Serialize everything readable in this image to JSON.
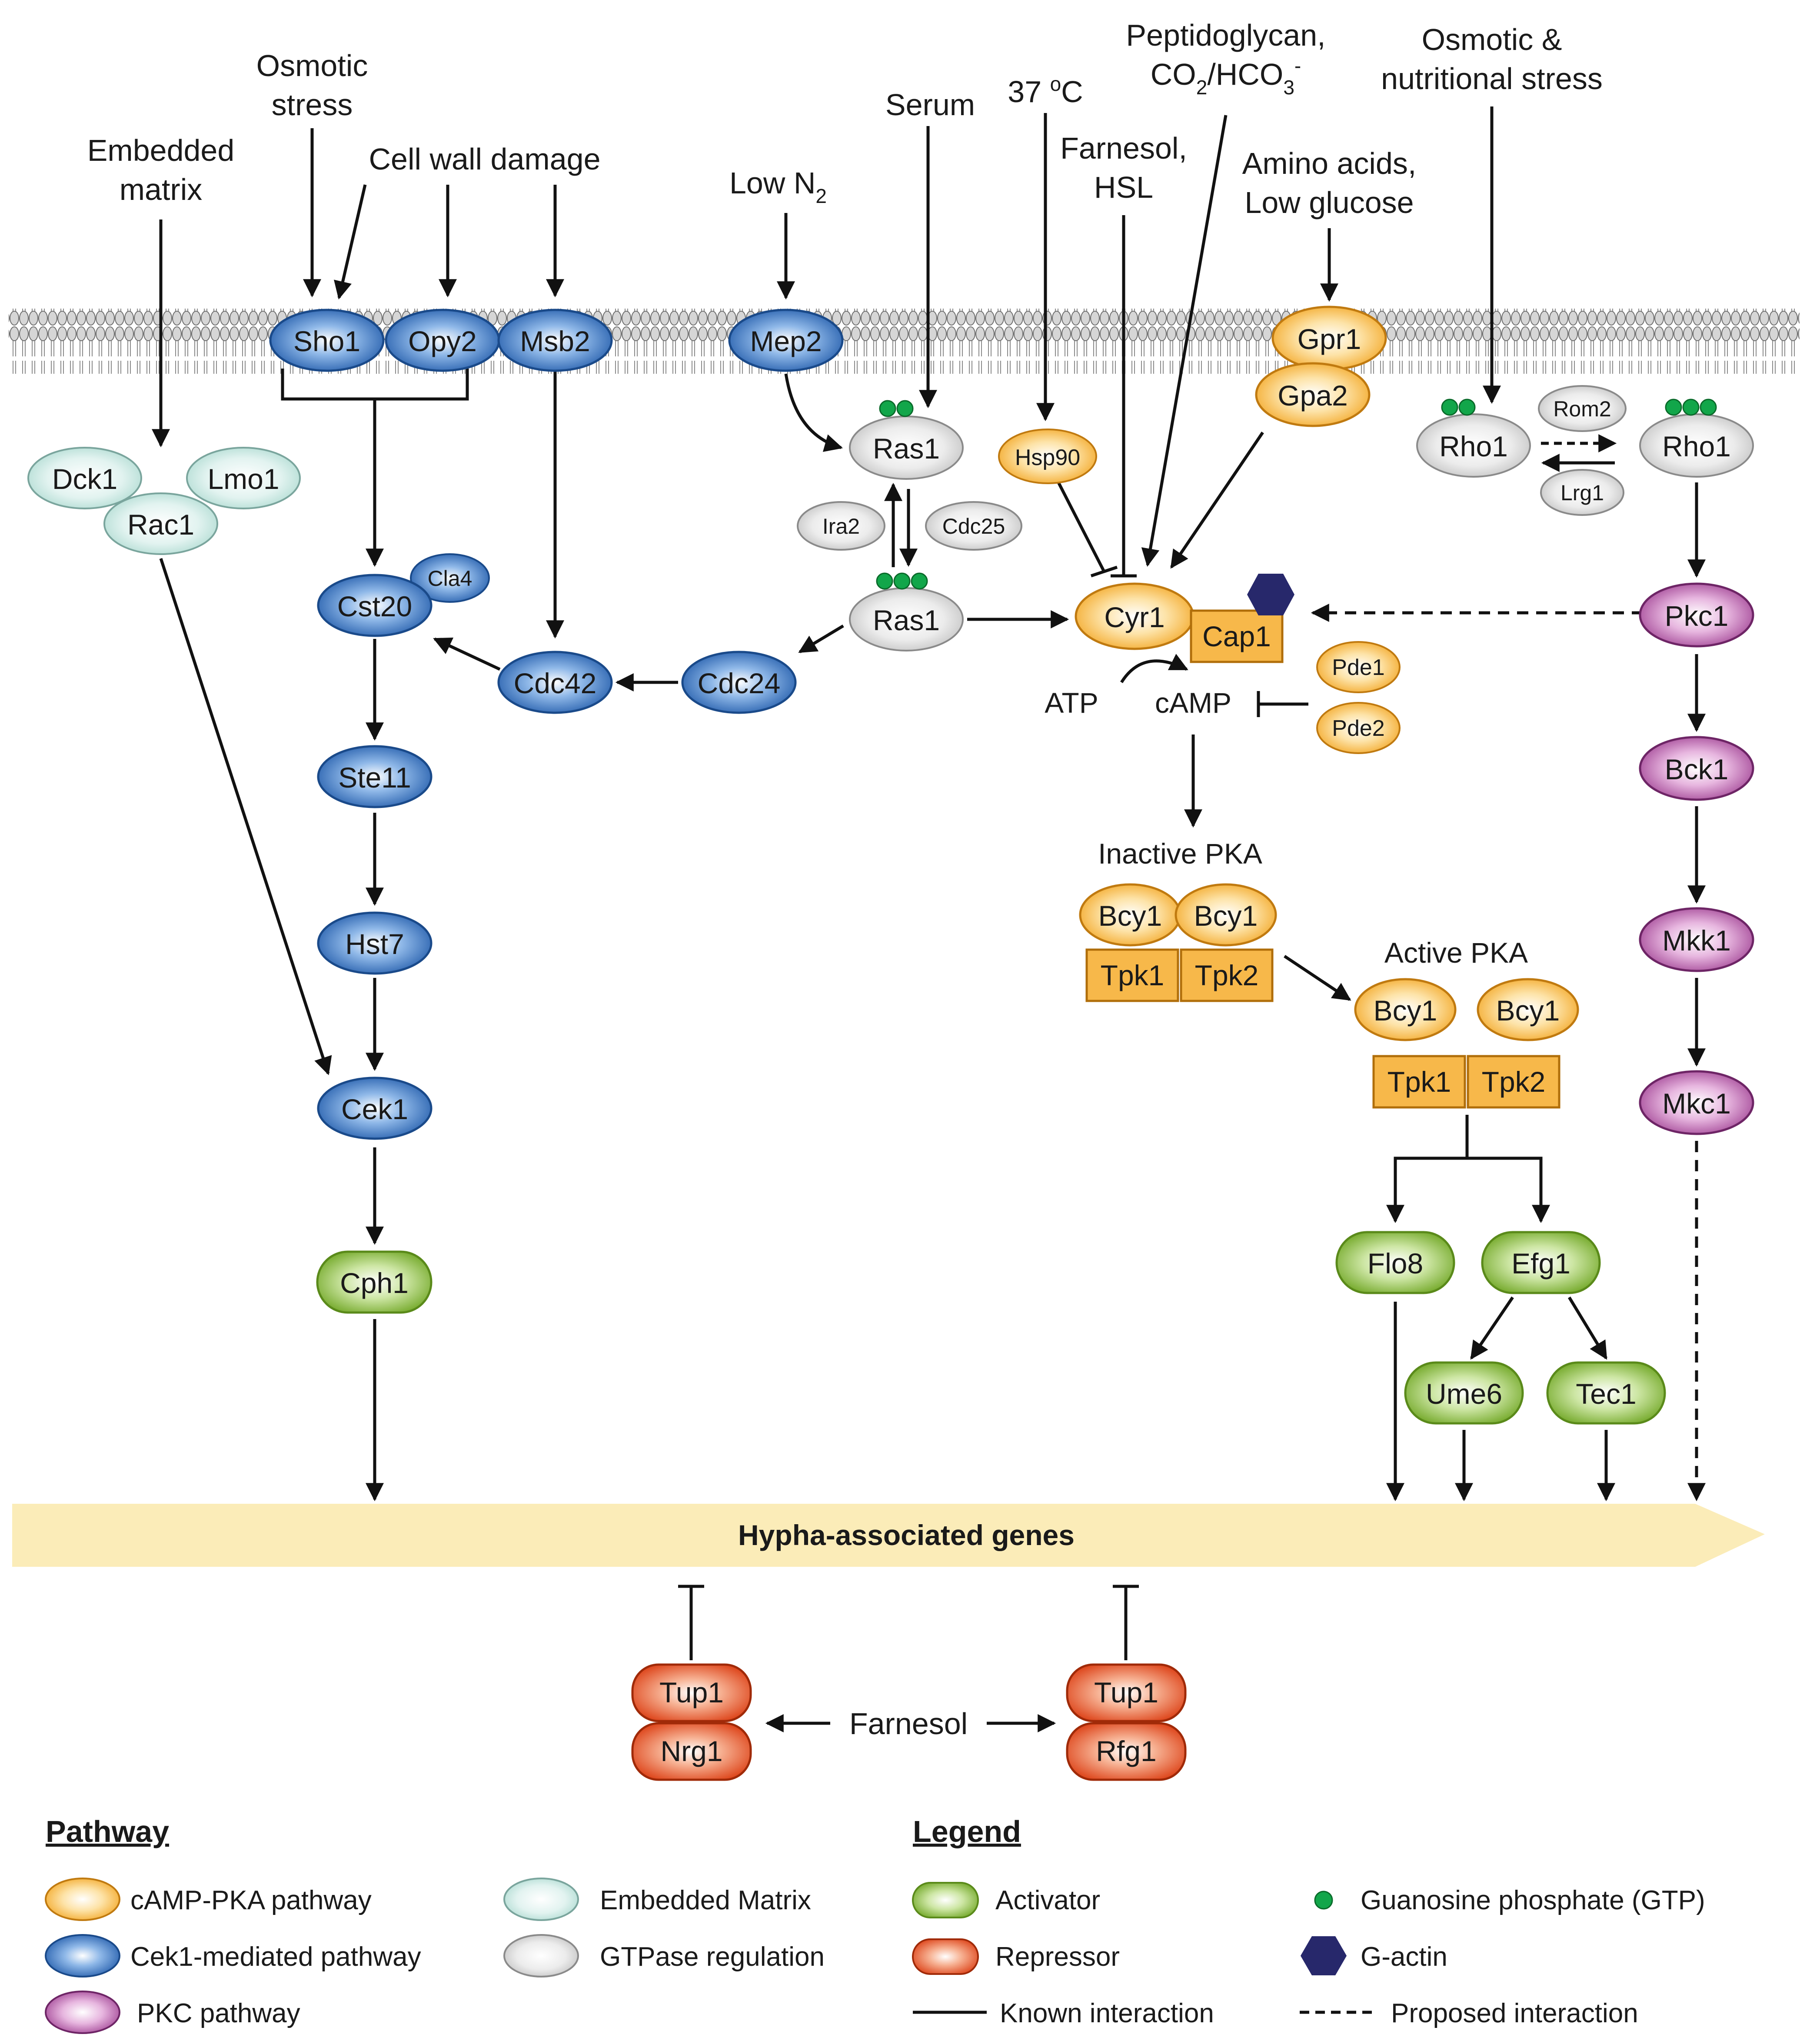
{
  "stimuli": {
    "embedded_l1": "Embedded",
    "embedded_l2": "matrix",
    "osmotic_l1": "Osmotic",
    "osmotic_l2": "stress",
    "cellwall": "Cell wall damage",
    "lown2": "Low N",
    "lown2_sub": "2",
    "serum": "Serum",
    "temp": "37 ",
    "temp_sup": "o",
    "temp_unit": "C",
    "farnesol_l1": "Farnesol,",
    "farnesol_l2": "HSL",
    "pep_l1": "Peptidoglycan,",
    "pep_co": "CO",
    "pep_co_sub": "2",
    "pep_hco": "/HCO",
    "pep_hco_sub": "3",
    "pep_hco_sup": "-",
    "amino_l1": "Amino acids,",
    "amino_l2": "Low glucose",
    "osmnut_l1": "Osmotic &",
    "osmnut_l2": "nutritional stress"
  },
  "proteins": {
    "sho1": "Sho1",
    "opy2": "Opy2",
    "msb2": "Msb2",
    "mep2": "Mep2",
    "gpr1": "Gpr1",
    "gpa2": "Gpa2",
    "dck1": "Dck1",
    "lmo1": "Lmo1",
    "rac1": "Rac1",
    "cst20": "Cst20",
    "cla4": "Cla4",
    "cdc42": "Cdc42",
    "cdc24": "Cdc24",
    "ste11": "Ste11",
    "hst7": "Hst7",
    "cek1": "Cek1",
    "cph1": "Cph1",
    "ras1_top": "Ras1",
    "ras1_bottom": "Ras1",
    "ira2": "Ira2",
    "cdc25": "Cdc25",
    "hsp90": "Hsp90",
    "cyr1": "Cyr1",
    "cap1": "Cap1",
    "pde1": "Pde1",
    "pde2": "Pde2",
    "rho1_left": "Rho1",
    "rho1_right": "Rho1",
    "rom2": "Rom2",
    "lrg1": "Lrg1",
    "pkc1": "Pkc1",
    "bck1": "Bck1",
    "mkk1": "Mkk1",
    "mkc1": "Mkc1",
    "bcy1_a": "Bcy1",
    "bcy1_b": "Bcy1",
    "tpk1_a": "Tpk1",
    "tpk2_a": "Tpk2",
    "bcy1_c": "Bcy1",
    "bcy1_d": "Bcy1",
    "tpk1_b": "Tpk1",
    "tpk2_b": "Tpk2",
    "flo8": "Flo8",
    "efg1": "Efg1",
    "ume6": "Ume6",
    "tec1": "Tec1",
    "tup1_left": "Tup1",
    "nrg1": "Nrg1",
    "tup1_right": "Tup1",
    "rfg1": "Rfg1"
  },
  "labels": {
    "atp": "ATP",
    "camp": "cAMP",
    "inactive_pka": "Inactive PKA",
    "active_pka": "Active PKA",
    "hypha_genes": "Hypha-associated genes",
    "farnesol": "Farnesol"
  },
  "legend": {
    "pathway_title": "Pathway",
    "legend_title": "Legend",
    "camp_pka": "cAMP-PKA pathway",
    "cek1_pathway": "Cek1-mediated pathway",
    "pkc_pathway": "PKC pathway",
    "embedded_matrix": "Embedded Matrix",
    "gtpase": "GTPase regulation",
    "activator": "Activator",
    "repressor": "Repressor",
    "known": "Known interaction",
    "gtp": "Guanosine phosphate (GTP)",
    "gactin": "G-actin",
    "proposed": "Proposed interaction"
  },
  "colors": {
    "camp_pka": "#f2a21b",
    "cek1": "#1f5fae",
    "pkc": "#9b3a8e",
    "embedded": "#bfe3dc",
    "gtpase": "#cfcfcf",
    "activator": "#7cb42a",
    "repressor": "#e0481b",
    "gtp": "#12a64a",
    "gactin": "#27286b",
    "gene_band": "#fbecb8"
  }
}
